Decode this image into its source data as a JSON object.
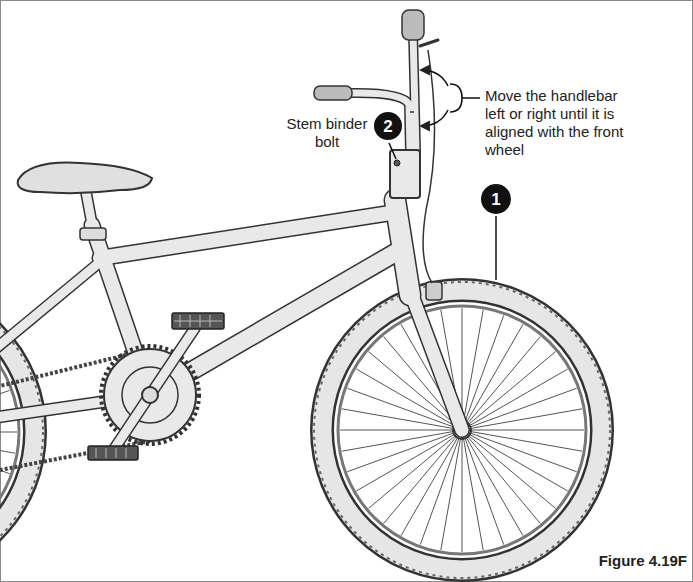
{
  "diagram": {
    "nodes": [
      {
        "text": [
          "1"
        ]
      },
      {
        "text": [
          "2"
        ]
      }
    ],
    "labels": [
      "Stem binder bolt",
      "Move the handlebar left or right until it is aligned with the front wheel",
      "Figure 4.19F"
    ]
  }
}
